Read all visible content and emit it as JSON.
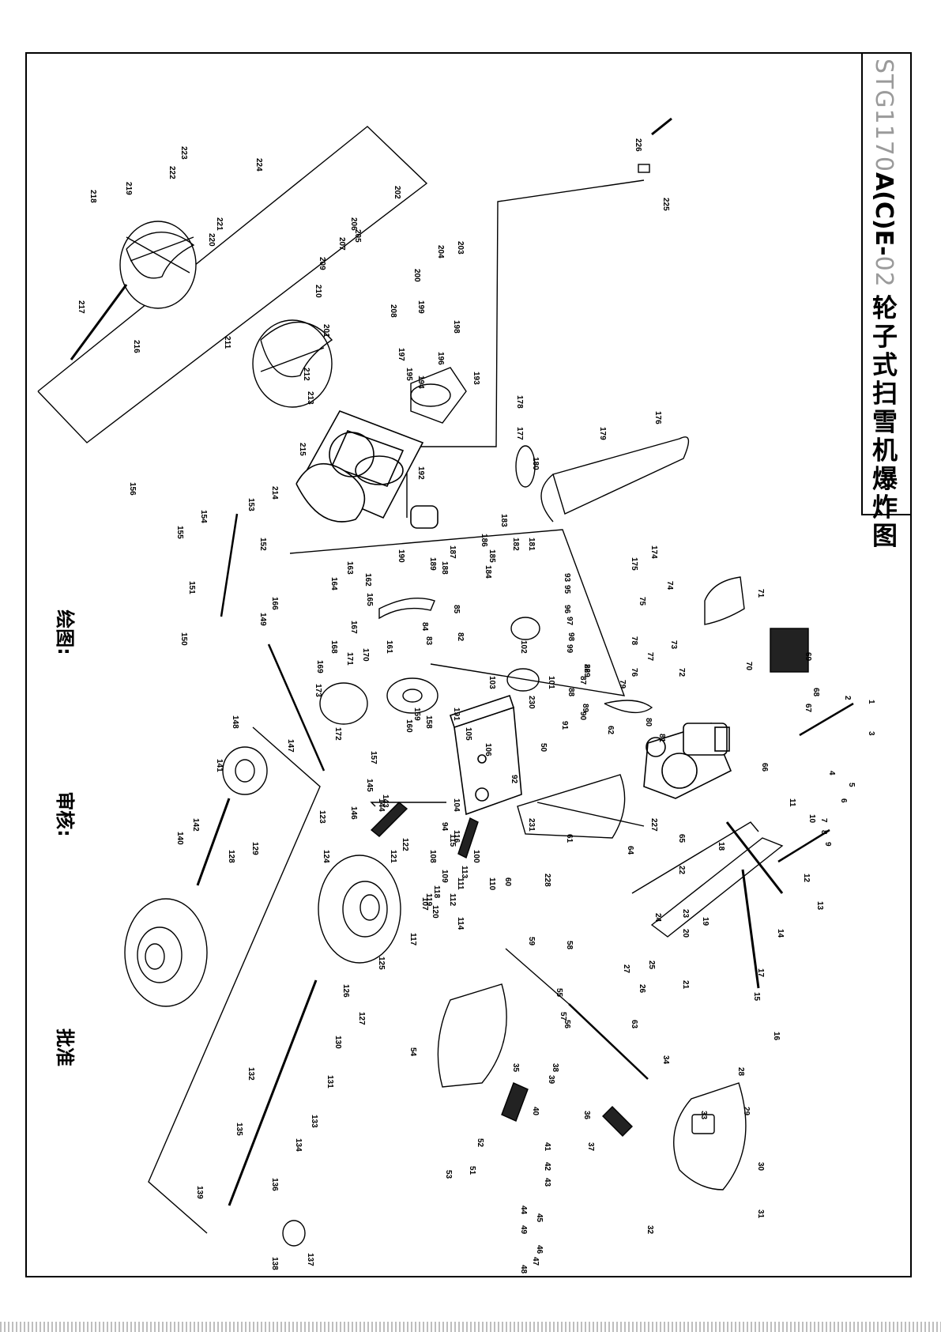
{
  "title": {
    "model_prefix": "STG1170",
    "model_suffix_bold": "A(C)E-",
    "model_code_grey": "02",
    "name_cn": "轮子式扫雪机爆炸图"
  },
  "signatures": {
    "drawn_label": "绘图:",
    "review_label": "审核:",
    "approve_label": "批准"
  },
  "part_labels": [
    "1",
    "2",
    "3",
    "4",
    "5",
    "6",
    "7",
    "8",
    "9",
    "10",
    "11",
    "12",
    "13",
    "14",
    "15",
    "16",
    "17",
    "18",
    "19",
    "20",
    "21",
    "22",
    "23",
    "24",
    "25",
    "26",
    "27",
    "28",
    "29",
    "30",
    "31",
    "32",
    "33",
    "34",
    "35",
    "36",
    "37",
    "38",
    "39",
    "40",
    "41",
    "42",
    "43",
    "44",
    "45",
    "46",
    "47",
    "48",
    "49",
    "50",
    "51",
    "52",
    "53",
    "54",
    "55",
    "56",
    "57",
    "58",
    "59",
    "60",
    "61",
    "62",
    "63",
    "64",
    "65",
    "66",
    "67",
    "68",
    "69",
    "70",
    "71",
    "72",
    "73",
    "74",
    "75",
    "76",
    "77",
    "78",
    "79",
    "80",
    "81",
    "82",
    "83",
    "84",
    "85",
    "86",
    "87",
    "88",
    "89",
    "90",
    "91",
    "92",
    "93",
    "94",
    "95",
    "96",
    "97",
    "98",
    "99",
    "100",
    "101",
    "102",
    "103",
    "104",
    "105",
    "106",
    "107",
    "108",
    "109",
    "110",
    "111",
    "112",
    "113",
    "114",
    "115",
    "116",
    "117",
    "118",
    "119",
    "120",
    "121",
    "122",
    "123",
    "124",
    "125",
    "126",
    "127",
    "128",
    "129",
    "130",
    "131",
    "132",
    "133",
    "134",
    "135",
    "136",
    "137",
    "138",
    "139",
    "140",
    "141",
    "142",
    "143",
    "144",
    "145",
    "146",
    "147",
    "148",
    "149",
    "150",
    "151",
    "152",
    "153",
    "154",
    "155",
    "156",
    "157",
    "158",
    "159",
    "160",
    "161",
    "162",
    "163",
    "164",
    "165",
    "166",
    "167",
    "168",
    "169",
    "170",
    "171",
    "172",
    "173",
    "174",
    "175",
    "176",
    "177",
    "178",
    "179",
    "180",
    "181",
    "182",
    "183",
    "184",
    "185",
    "186",
    "187",
    "188",
    "189",
    "190",
    "191",
    "192",
    "193",
    "194",
    "195",
    "196",
    "197",
    "198",
    "199",
    "200",
    "201",
    "202",
    "203",
    "204",
    "205",
    "206",
    "207",
    "208",
    "209",
    "210",
    "211",
    "212",
    "213",
    "214",
    "215",
    "216",
    "217",
    "218",
    "219",
    "220",
    "221",
    "222",
    "223",
    "224",
    "225",
    "226",
    "227",
    "228",
    "229",
    "230",
    "231"
  ]
}
